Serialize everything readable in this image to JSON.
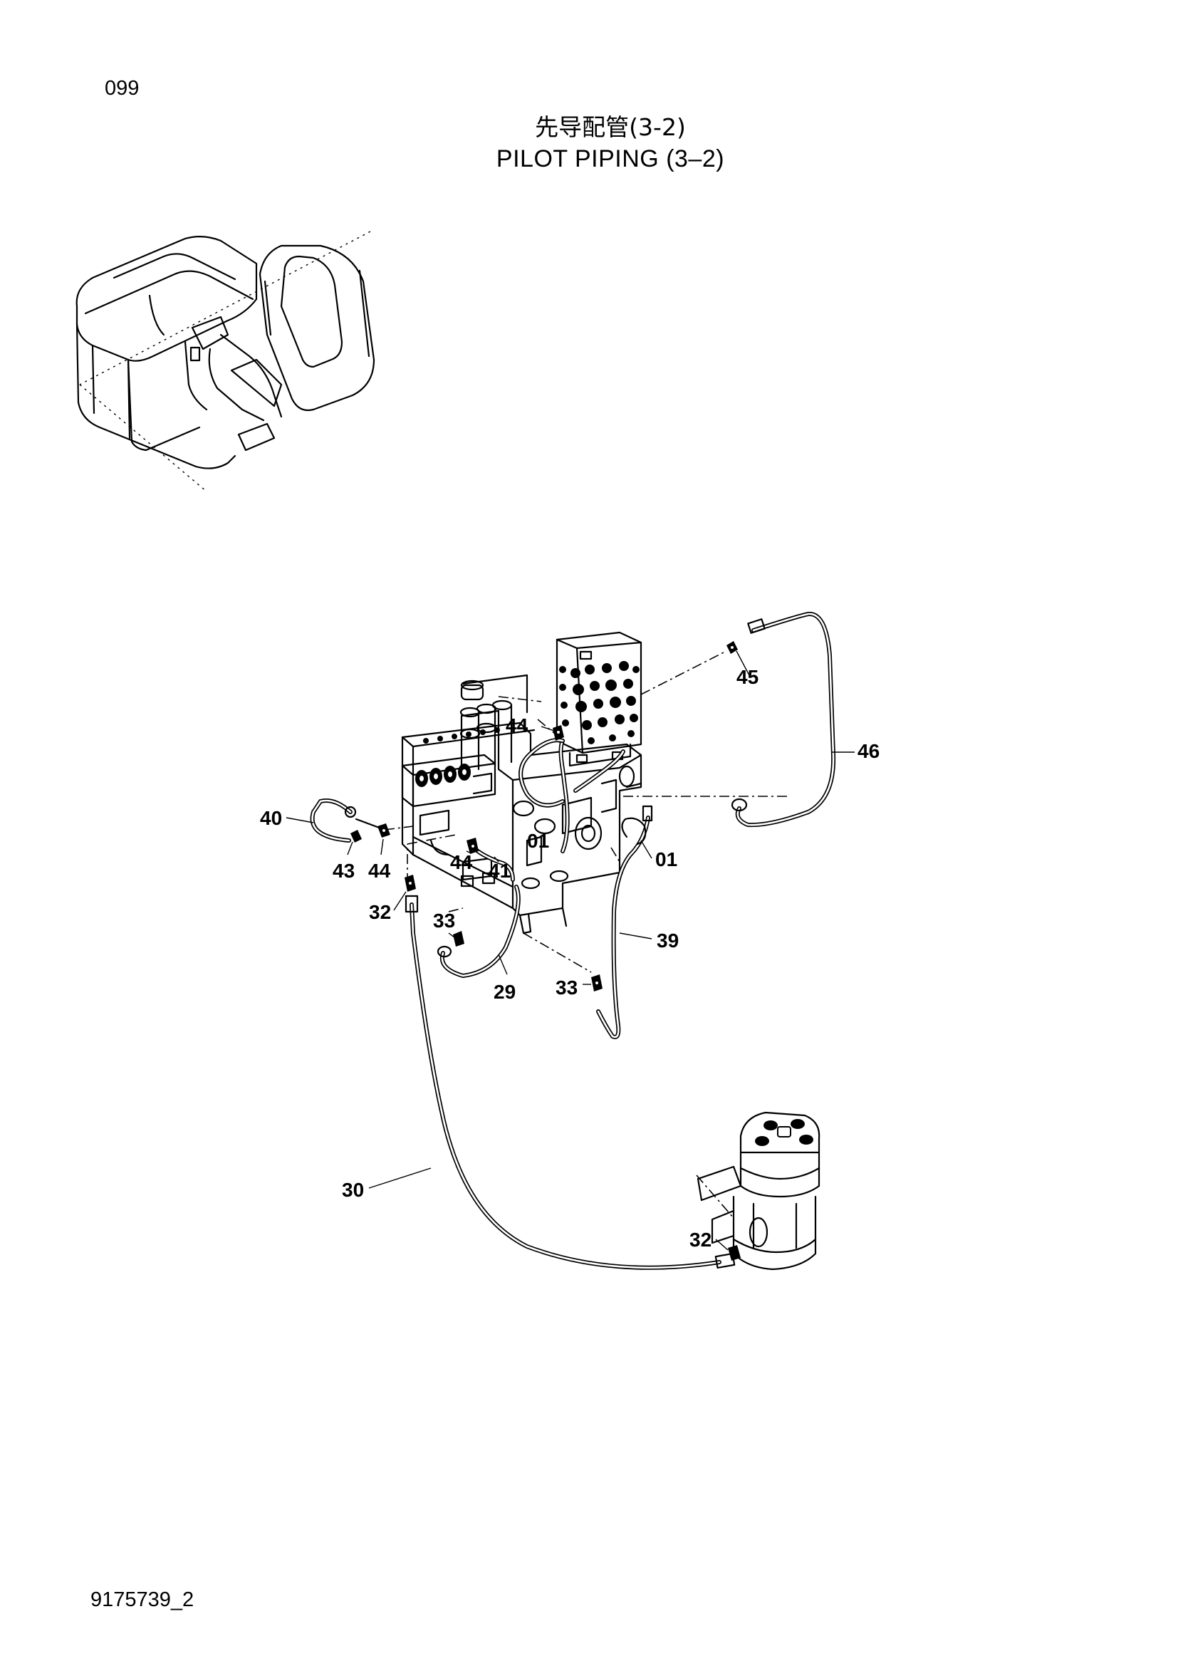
{
  "page_number": "099",
  "title_cn": "先导配管(3-2)",
  "title_en": "PILOT  PIPING (3–2)",
  "document_code": "9175739_2",
  "callouts": {
    "c45": "45",
    "c46": "46",
    "c44a": "44",
    "c40": "40",
    "c43": "43",
    "c44b": "44",
    "c44c": "44",
    "c41": "41",
    "c01a": "01",
    "c01b": "01",
    "c32a": "32",
    "c33a": "33",
    "c29": "29",
    "c39": "39",
    "c33b": "33",
    "c30": "30",
    "c32b": "32"
  }
}
